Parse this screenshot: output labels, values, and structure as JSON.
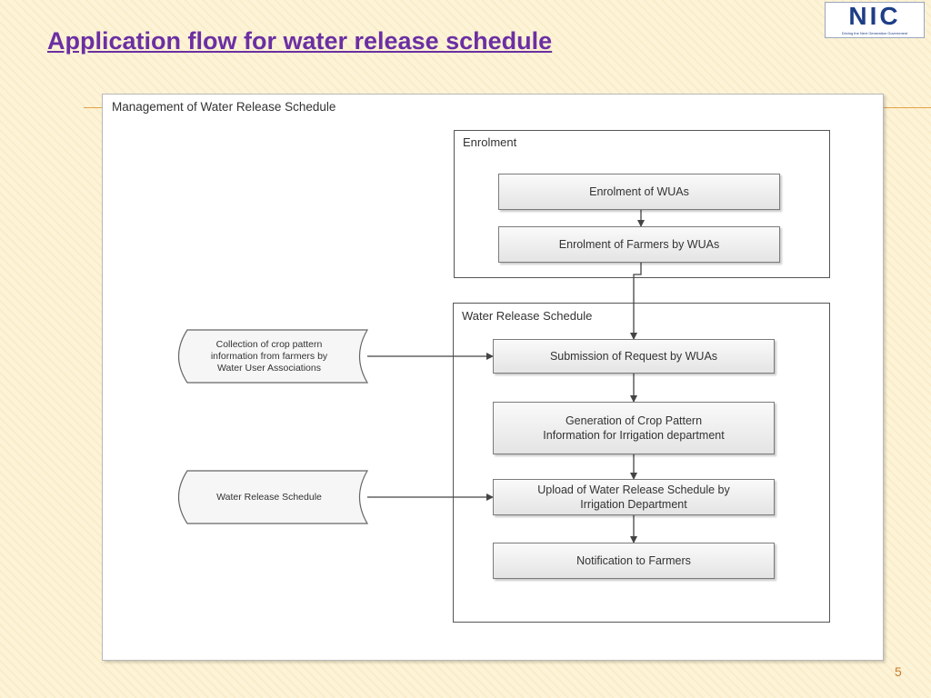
{
  "slide": {
    "title": "Application flow for water release schedule",
    "page_number": "5"
  },
  "logo": {
    "text": "NIC",
    "tagline": "Driving the Next Generation Government"
  },
  "diagram": {
    "title": "Management of Water Release Schedule",
    "enrolment": {
      "title": "Enrolment",
      "steps": [
        "Enrolment of WUAs",
        "Enrolment of Farmers by WUAs"
      ]
    },
    "water_release": {
      "title": "Water Release Schedule",
      "steps": [
        "Submission of Request by WUAs",
        "Generation of Crop Pattern\nInformation for Irrigation department",
        "Upload of Water Release Schedule by\nIrrigation Department",
        "Notification to Farmers"
      ]
    },
    "inputs": [
      "Collection of crop pattern\ninformation from farmers by\nWater User Associations",
      "Water Release Schedule"
    ]
  }
}
